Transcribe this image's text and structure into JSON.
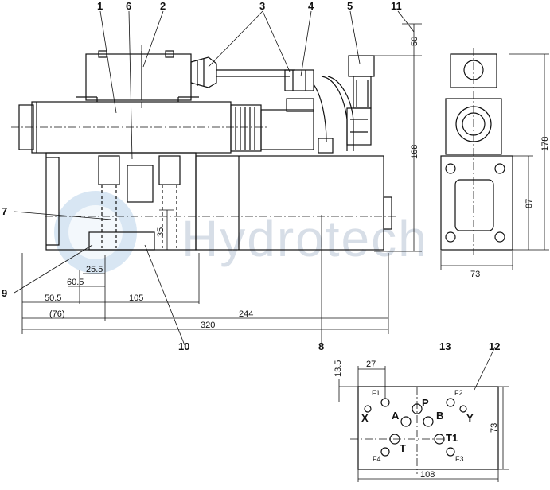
{
  "colors": {
    "line": "#111111",
    "watermark": "#b8c4d4",
    "watermark_circle": "#8fb8dc"
  },
  "watermark": {
    "text": "Hydrotech"
  },
  "callouts": {
    "c1": "1",
    "c2": "2",
    "c3": "3",
    "c4": "4",
    "c5": "5",
    "c6": "6",
    "c7": "7",
    "c8": "8",
    "c9": "9",
    "c10": "10",
    "c11": "11",
    "c12": "12",
    "c13": "13"
  },
  "dimensions": {
    "d50": "50",
    "d168": "168",
    "d178": "178",
    "d87": "87",
    "d73": "73",
    "d35": "35",
    "d25_5": "25.5",
    "d60_5": "60.5",
    "d50_5": "50.5",
    "d105": "105",
    "d76": "(76)",
    "d244": "244",
    "d320": "320",
    "d13_5": "13.5",
    "d27": "27",
    "d73b": "73",
    "d108": "108"
  },
  "ports": {
    "p": "P",
    "a": "A",
    "b": "B",
    "x": "X",
    "y": "Y",
    "t": "T",
    "t1": "T1",
    "f1": "F1",
    "f2": "F2",
    "f3": "F3",
    "f4": "F4"
  }
}
